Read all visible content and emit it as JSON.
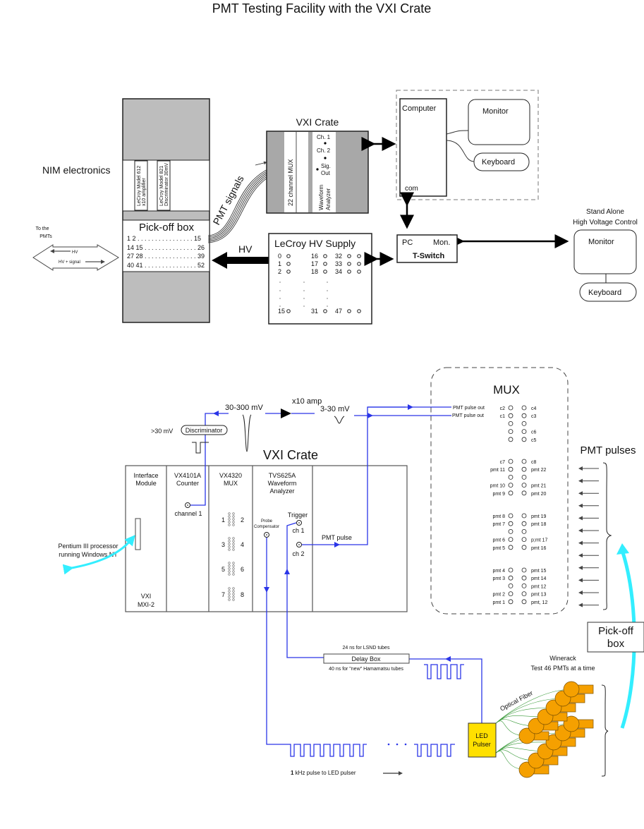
{
  "title": "PMT Testing Facility with the VXI Crate",
  "top": {
    "nim_label": "NIM electronics",
    "module1": [
      "LeCroy Model 612",
      "x10 amplifier"
    ],
    "module2": [
      "LeCroy Model 821",
      "Discriminator   30mV"
    ],
    "pickoff": {
      "title": "Pick-off box",
      "rows": [
        "1 2 . . . . . . . . . . . . . . . . 15",
        "14 15 . . . . . . . . . . . . . . . 26",
        "27 28 . . . . . . . . . . . . . . . 39",
        "40 41 . . . . . . . . . . . . . . . 52"
      ]
    },
    "to_pmts": [
      "To the",
      "PMTs"
    ],
    "hv_small": "HV",
    "hv_signal": "HV + signal",
    "pmt_signals": "PMT signals",
    "hv_arrow": "HV",
    "vxi": {
      "title": "VXI Crate",
      "mux": "22 channel MUX",
      "ch1": "Ch. 1",
      "ch2": "Ch. 2",
      "sig": [
        "Sig.",
        "Out"
      ],
      "waveform": [
        "Waveform",
        "Analyzer"
      ]
    },
    "hv_supply": {
      "title": "LeCroy HV Supply",
      "rows": [
        [
          "0",
          "16",
          "32"
        ],
        [
          "1",
          "17",
          "33"
        ],
        [
          "2",
          "18",
          "34"
        ],
        [
          "15",
          "31",
          "47"
        ]
      ]
    },
    "computer": {
      "label": "Computer",
      "com": "com",
      "monitor": "Monitor",
      "keyboard": "Keyboard"
    },
    "tswitch": {
      "pc": "PC",
      "mon": "Mon.",
      "label": "T-Switch"
    },
    "standalone": {
      "title": [
        "Stand Alone",
        "High Voltage Control"
      ],
      "monitor": "Monitor",
      "keyboard": "Keyboard"
    }
  },
  "bottom": {
    "vxi_title": "VXI Crate",
    "modules": [
      {
        "label": [
          "Interface",
          "Module"
        ],
        "footer": [
          "VXI",
          "MXI-2"
        ]
      },
      {
        "label": [
          "VX4101A",
          "Counter"
        ],
        "port": "channel 1"
      },
      {
        "label": [
          "VX4320",
          "MUX"
        ],
        "channels": [
          "1",
          "2",
          "3",
          "4",
          "5",
          "6",
          "7",
          "8"
        ]
      },
      {
        "label": [
          "TVS625A",
          "Waveform",
          "Analyzer"
        ],
        "probe": [
          "Probe",
          "Compensator"
        ],
        "trigger": "Trigger",
        "ch1": "ch 1",
        "ch2": "ch 2"
      }
    ],
    "pmt_pulse": "PMT pulse",
    "discriminator": "Discriminator",
    "threshold": ">30 mV",
    "amp_out": "30-300 mV",
    "amp": "x10 amp",
    "amp_in": "3-30 mV",
    "pentium": [
      "Pentium III processor",
      "running Windows NT"
    ],
    "mux": {
      "title": "MUX",
      "pulse_out": [
        "PMT pulse out",
        "PMT pulse out"
      ],
      "groups": [
        [
          [
            "c2",
            "c4"
          ],
          [
            "c1",
            "c3"
          ],
          [
            "",
            ""
          ],
          [
            "",
            "c6"
          ],
          [
            "",
            "c5"
          ]
        ],
        [
          [
            "c7",
            "c8"
          ],
          [
            "pmt 11",
            "pmt 22"
          ],
          [
            "",
            ""
          ],
          [
            "pmt 10",
            "pmt 21"
          ],
          [
            "pmt 9",
            "pmt 20"
          ]
        ],
        [
          [
            "pmt 8",
            "pmt 19"
          ],
          [
            "pmt 7",
            "pmt 18"
          ],
          [
            "",
            ""
          ],
          [
            "pmt 6",
            "p;mt 17"
          ],
          [
            "pmt 5",
            "pmt 16"
          ]
        ],
        [
          [
            "pmt 4",
            "pmt 15"
          ],
          [
            "pmt 3",
            "pmt 14"
          ],
          [
            "",
            "pmt 12"
          ],
          [
            "pmt 2",
            "pmt 13"
          ],
          [
            "pmt 1",
            "pmt, 12"
          ]
        ]
      ]
    },
    "pmt_pulses": "PMT pulses",
    "pickoff": [
      "Pick-off",
      "box"
    ],
    "winerack": [
      "Winerack",
      "Test 46 PMTs at a time"
    ],
    "optical_fiber": "Optical Fiber",
    "led": [
      "LED",
      "Pulser"
    ],
    "delay": {
      "label": "Delay Box",
      "top": "24 ns for LSND tubes",
      "bottom": "40 ns for \"new\" Hamamatsu tubes"
    },
    "khz_bold": "1",
    "khz": " kHz pulse to LED pulser"
  },
  "colors": {
    "signal": "#2a35e8",
    "cyan": "#33eeff",
    "pmt": "#f5a000",
    "led": "#ffe000",
    "panel": "#bdbdbd"
  }
}
